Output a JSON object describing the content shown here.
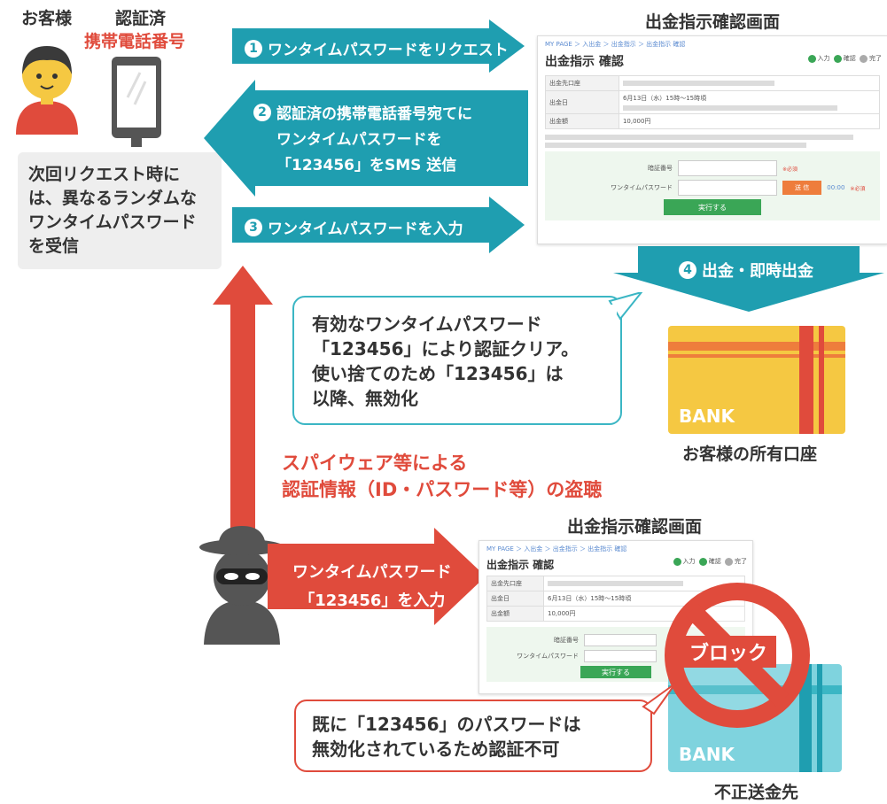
{
  "colors": {
    "teal": "#1f9eb0",
    "red": "#e04b3c",
    "green": "#3aa656"
  },
  "customer_label": "お客様",
  "verified_label": "認証済",
  "phone_label": "携帯電話番号",
  "customer_note": "次回リクエスト時には、異なるランダムなワンタイムパスワードを受信",
  "steps": {
    "s1": {
      "num": "1",
      "text": "ワンタイムパスワードをリクエスト"
    },
    "s2": {
      "num": "2",
      "line1": "認証済の携帯電話番号宛てに",
      "line2": "ワンタイムパスワードを",
      "line3": "「123456」をSMS 送信"
    },
    "s3": {
      "num": "3",
      "text": "ワンタイムパスワードを入力"
    },
    "s4": {
      "num": "4",
      "text": "出金・即時出金"
    }
  },
  "screen_title_top": "出金指示確認画面",
  "screen_title_bottom": "出金指示確認画面",
  "mock": {
    "crumb": "MY PAGE ＞ 入出金 ＞ 出金指示 ＞ 出金指示 確認",
    "title": "出金指示 確認",
    "step1": "入力",
    "step2": "確認",
    "step3": "完了",
    "row1": "出金先口座",
    "row2": "出金日",
    "row2_val": "6月13日（水）15時〜15時頃",
    "row3": "出金額",
    "row3_val": "10,000円",
    "pin_label": "暗証番号",
    "otp_label": "ワンタイムパスワード",
    "required": "※必須",
    "send_button": "送 信",
    "timer": "00:00",
    "execute_button": "実行する"
  },
  "bubble_valid": {
    "line1": "有効なワンタイムパスワード",
    "line2": "「123456」により認証クリア。",
    "line3": "使い捨てのため「123456」は",
    "line4": "以降、無効化"
  },
  "bank_label": "BANK",
  "own_account_label": "お客様の所有口座",
  "spyware_line1": "スパイウェア等による",
  "spyware_line2": "認証情報（ID・パスワード等）の盗聴",
  "attacker_arrow_line1": "ワンタイムパスワード",
  "attacker_arrow_line2": "「123456」を入力",
  "block_label": "ブロック",
  "bubble_invalid": {
    "line1": "既に「123456」のパスワードは",
    "line2": "無効化されているため認証不可"
  },
  "fraud_bank_label": "BANK",
  "fraud_dest_label": "不正送金先"
}
